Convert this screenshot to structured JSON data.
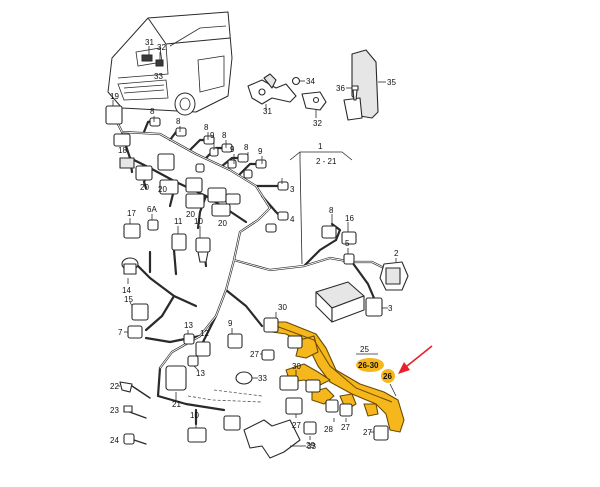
{
  "labels": {
    "l1": "1",
    "l1_range": "2 - 21",
    "l2": "2",
    "l5": "5",
    "l6a": "6A",
    "l7": "7",
    "l8": "8",
    "l10": "10",
    "l11": "11",
    "l12": "12",
    "l13": "13",
    "l14": "14",
    "l15": "15",
    "l16": "16",
    "l17": "17",
    "l18": "18",
    "l19": "19",
    "l20": "20",
    "l21": "21",
    "l22": "22",
    "l23": "23",
    "l24": "24",
    "l25": "25",
    "l26_30": "26-30",
    "l26": "26",
    "l27a": "27",
    "l27b": "27",
    "l27c": "27",
    "l27d": "27",
    "l28": "28",
    "l29": "29",
    "l30a": "30",
    "l30b": "30",
    "l31a": "31",
    "l31b": "31",
    "l32a": "32",
    "l32b": "32",
    "l33": "33",
    "l34": "34",
    "l35": "35",
    "l36": "36",
    "l8b": "8",
    "l9": "9",
    "l3": "3",
    "l4": "4"
  },
  "colors": {
    "highlight": "#f6b71c",
    "arrow": "#e8202a"
  }
}
